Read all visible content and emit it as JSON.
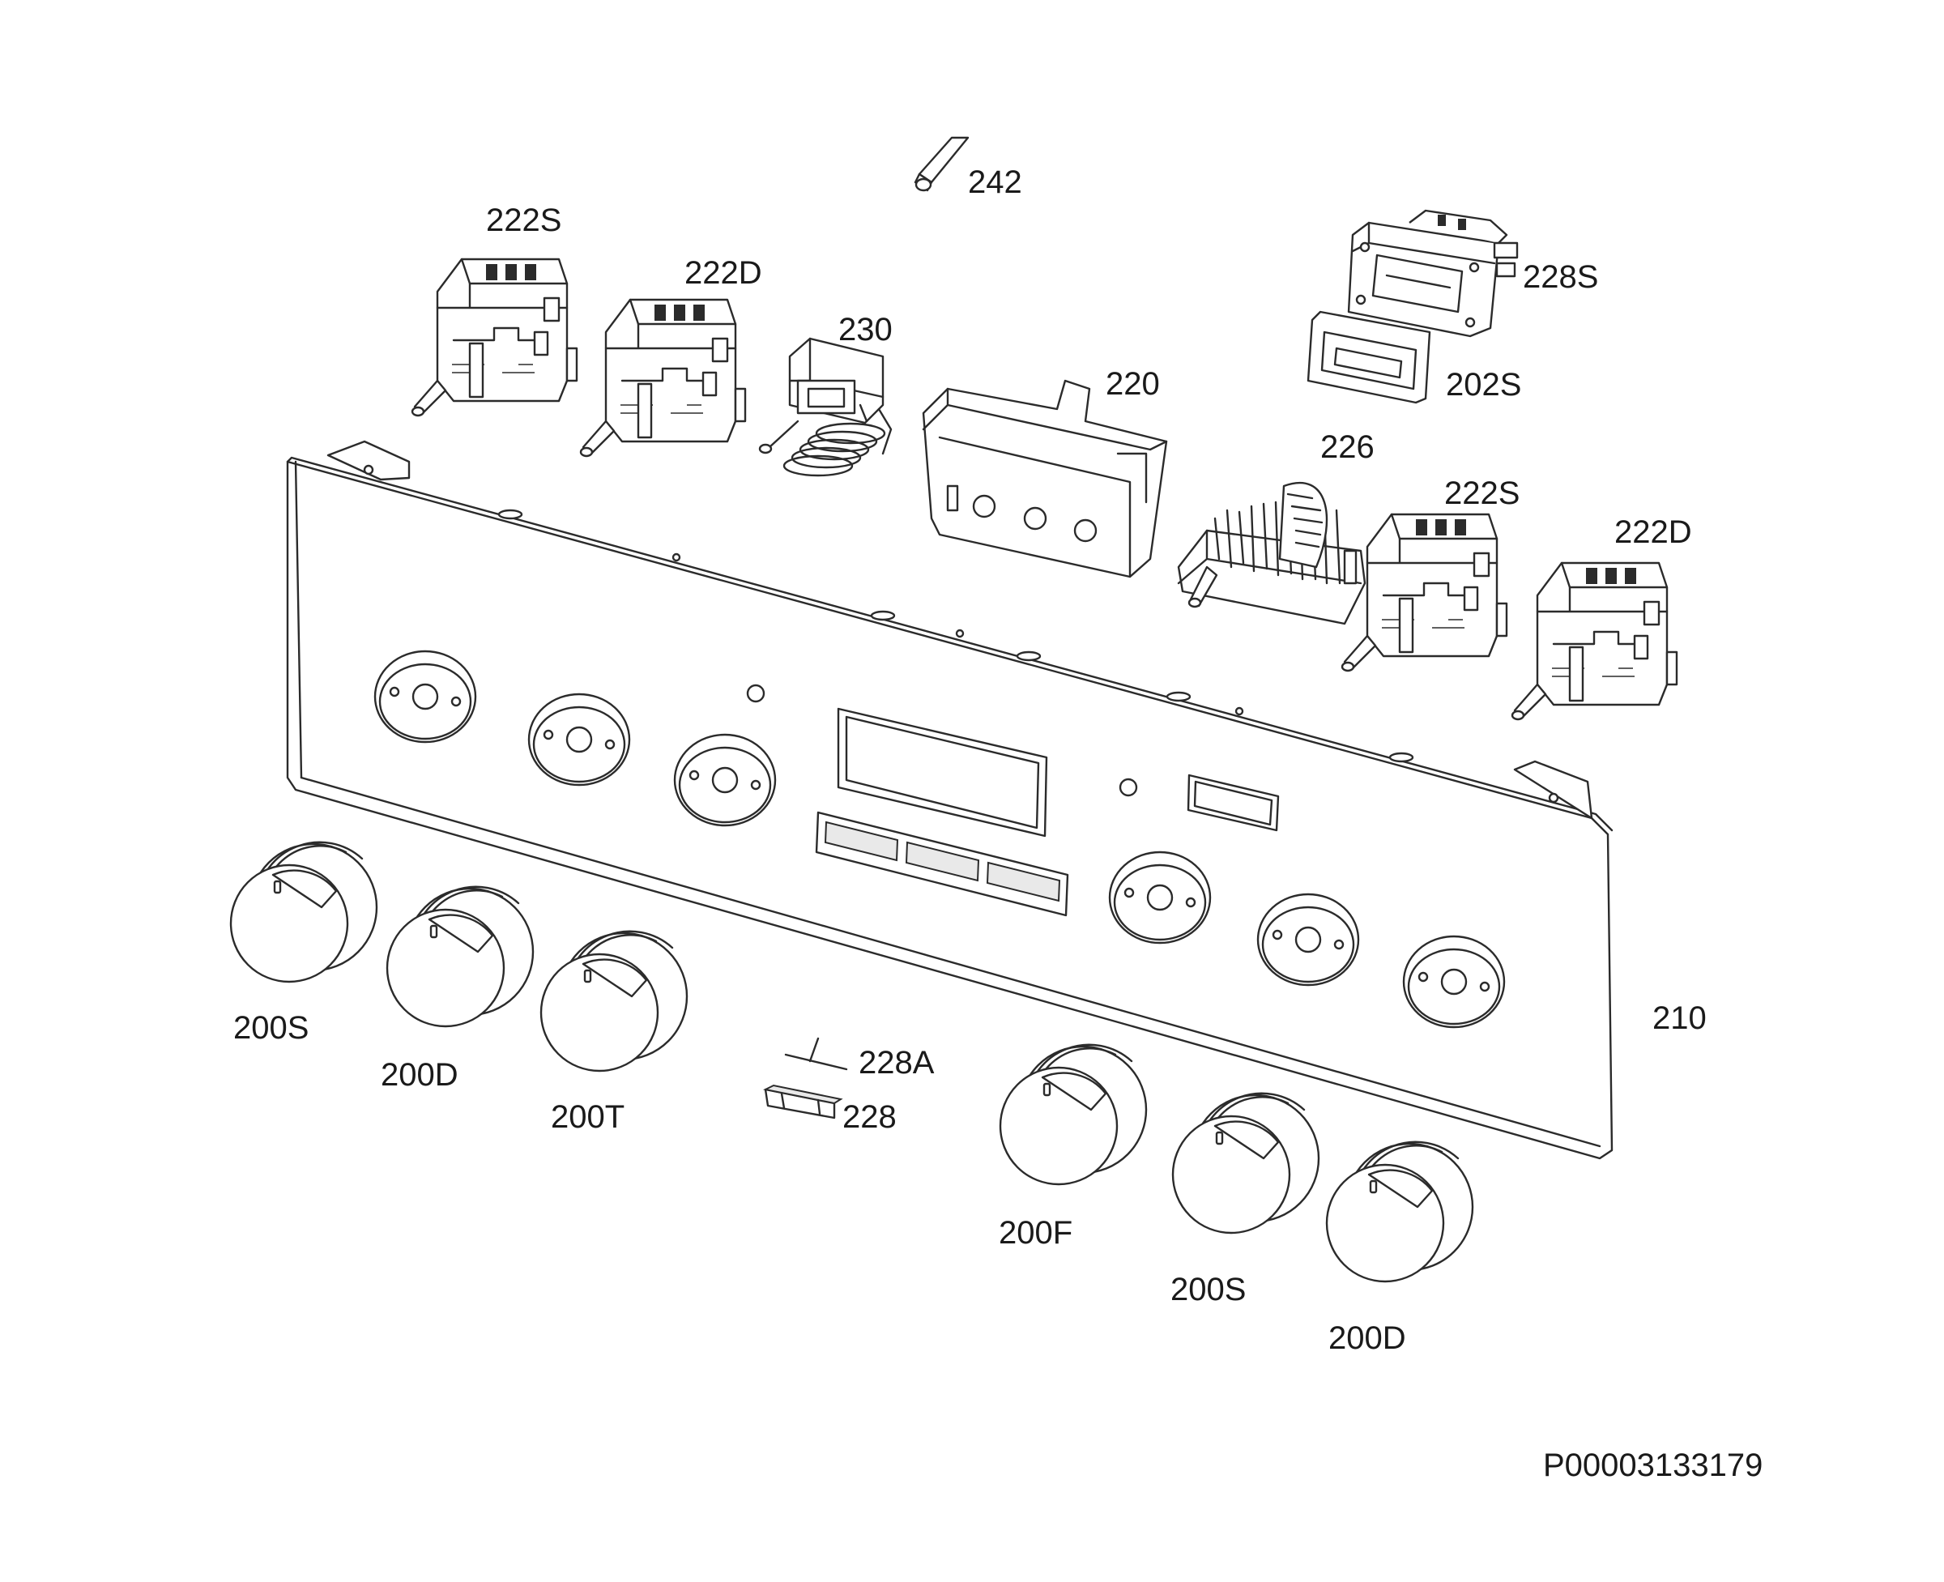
{
  "diagram": {
    "labels": {
      "part_242": "242",
      "part_222S_top": "222S",
      "part_222D_top": "222D",
      "part_230": "230",
      "part_220": "220",
      "part_228S": "228S",
      "part_202S": "202S",
      "part_226": "226",
      "part_222S_right": "222S",
      "part_222D_right": "222D",
      "part_210": "210",
      "part_200S_left": "200S",
      "part_200D_left": "200D",
      "part_200T": "200T",
      "part_228A": "228A",
      "part_228": "228",
      "part_200F": "200F",
      "part_200S_right": "200S",
      "part_200D_right": "200D"
    },
    "reference": "P00003133179"
  }
}
